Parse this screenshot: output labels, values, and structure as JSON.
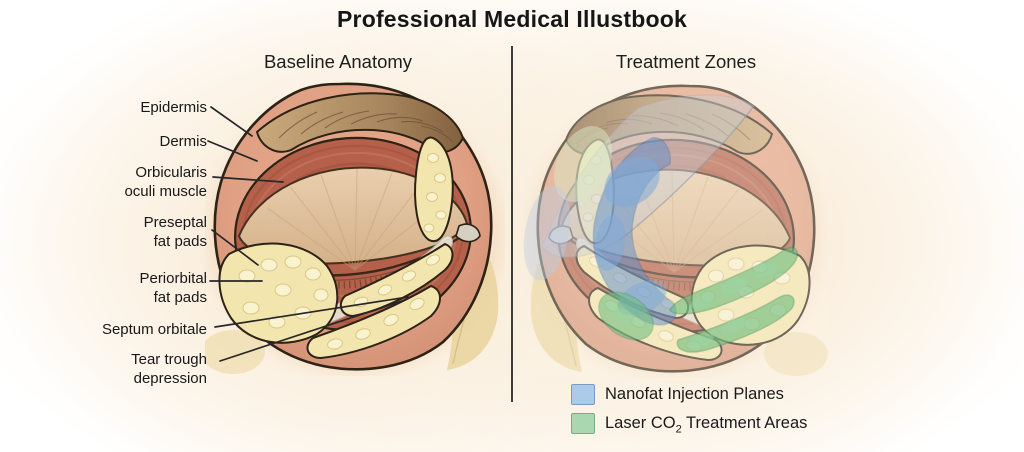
{
  "title": "Professional Medical Illustbook",
  "panels": {
    "left": {
      "heading": "Baseline Anatomy"
    },
    "right": {
      "heading": "Treatment Zones"
    }
  },
  "anatomy_labels": [
    {
      "id": "epidermis",
      "text": "Epidermis"
    },
    {
      "id": "dermis",
      "text": "Dermis"
    },
    {
      "id": "orbicularis-oculi-muscle",
      "text": "Orbicularis\noculi muscle"
    },
    {
      "id": "preseptal-fat-pads",
      "text": "Preseptal\nfat pads"
    },
    {
      "id": "periorbital-fat-pads",
      "text": "Periorbital\nfat pads"
    },
    {
      "id": "septum-orbitale",
      "text": "Septum orbitale"
    },
    {
      "id": "tear-trough-depression",
      "text": "Tear trough\ndepression"
    }
  ],
  "legend": {
    "items": [
      {
        "label": "Nanofat Injection Planes",
        "swatch_fill": "#abcbe9",
        "swatch_border": "#7a9cc4",
        "zone_color": "#5c8dcb"
      },
      {
        "label_parts": {
          "pre": "Laser CO",
          "sub": "2",
          "post": " Treatment Areas"
        },
        "swatch_fill": "#a9d8b0",
        "swatch_border": "#79ab85",
        "zone_color": "#5fae72"
      }
    ]
  },
  "palette": {
    "background_cream": "#faf0e2",
    "skin": "#e2a184",
    "brow": "#a5825c",
    "muscle": "#b4604a",
    "eyelid": "#e0c2a0",
    "fat_pad": "#f2e5ad",
    "septum": "#e8e2d4",
    "outline": "#2d2216",
    "nanofat_zone": "#5c8dcb",
    "laser_zone": "#5fae72",
    "dissection_sheet": "#c9cfd8"
  }
}
